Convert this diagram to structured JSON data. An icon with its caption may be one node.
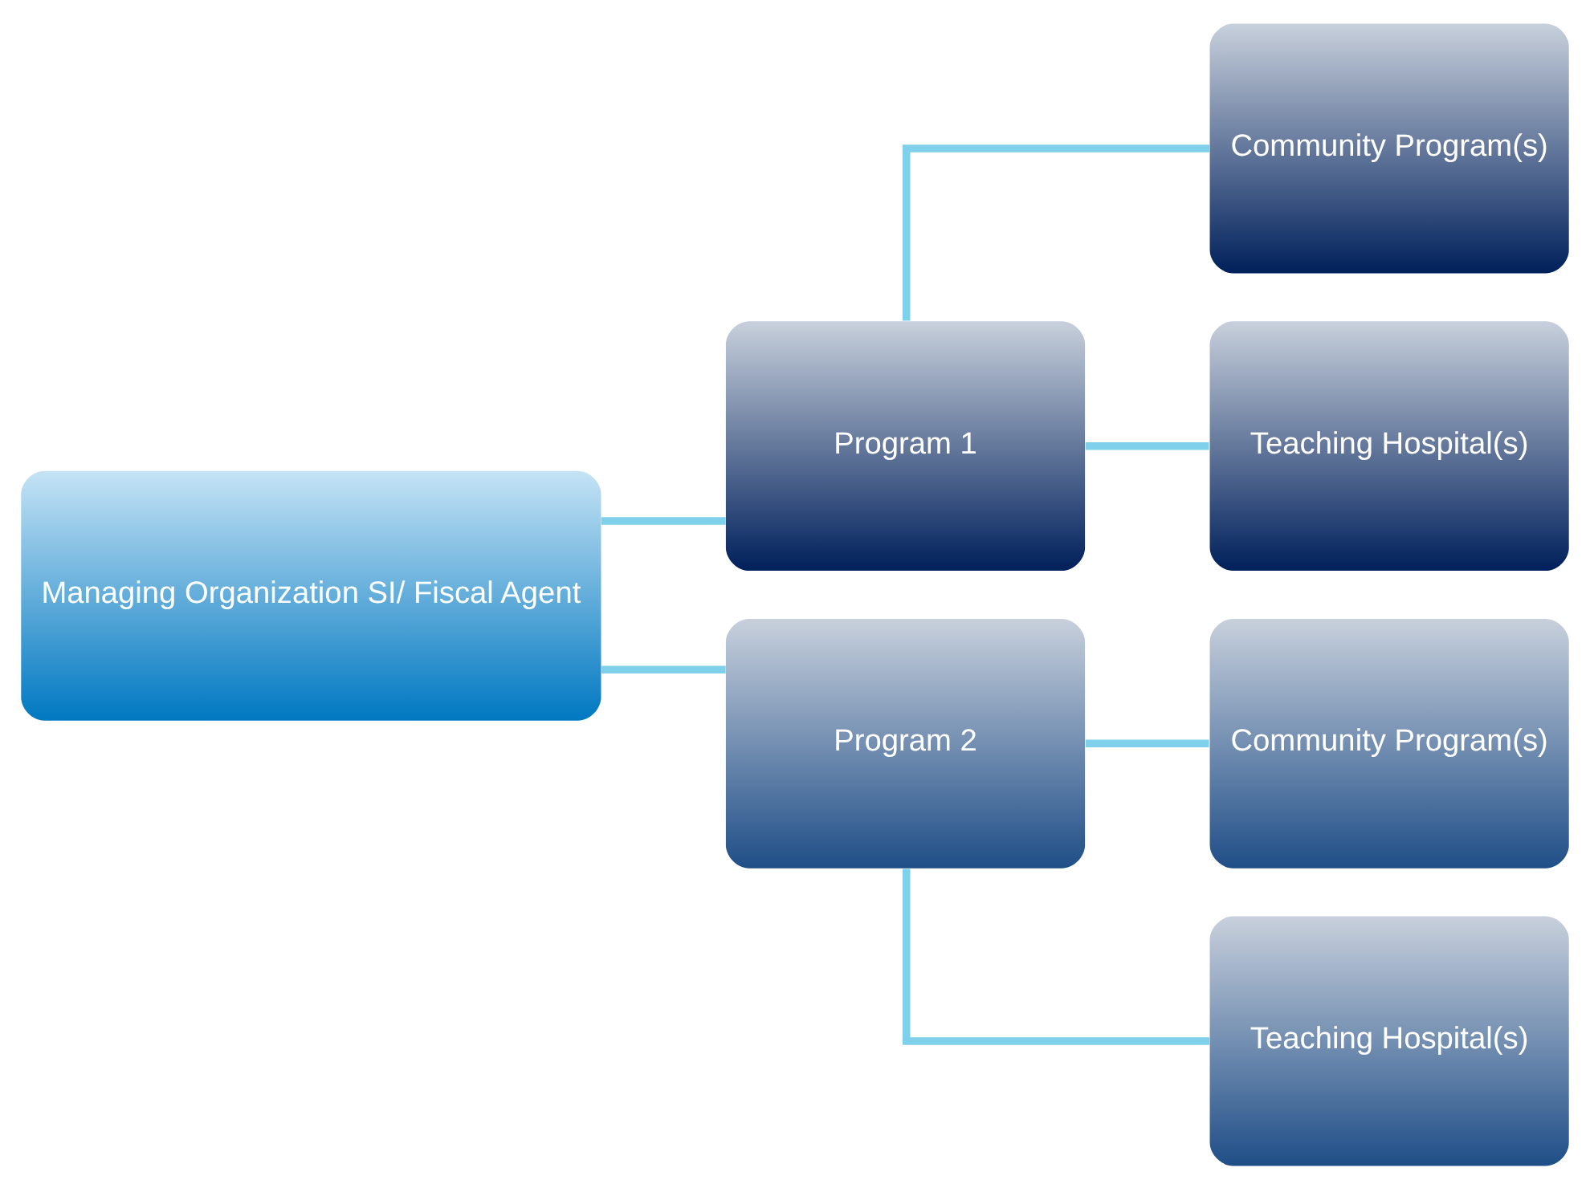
{
  "diagram": {
    "nodes": [
      {
        "text": [
          "Managing Organization SI/ Fiscal Agent"
        ]
      },
      {
        "text": [
          "Program 1"
        ]
      },
      {
        "text": [
          "Program 2"
        ]
      },
      {
        "text": [
          "Community Program(s)"
        ]
      },
      {
        "text": [
          "Teaching Hospital(s)"
        ]
      },
      {
        "text": [
          "Community Program(s)"
        ]
      },
      {
        "text": [
          "Teaching Hospital(s)"
        ]
      }
    ],
    "edges": [
      {
        "from": 0,
        "to": 1,
        "arrow": "none"
      },
      {
        "from": 0,
        "to": 2,
        "arrow": "none"
      },
      {
        "from": 1,
        "to": 3,
        "arrow": "none"
      },
      {
        "from": 1,
        "to": 4,
        "arrow": "none"
      },
      {
        "from": 2,
        "to": 5,
        "arrow": "none"
      },
      {
        "from": 2,
        "to": 6,
        "arrow": "none"
      }
    ]
  }
}
